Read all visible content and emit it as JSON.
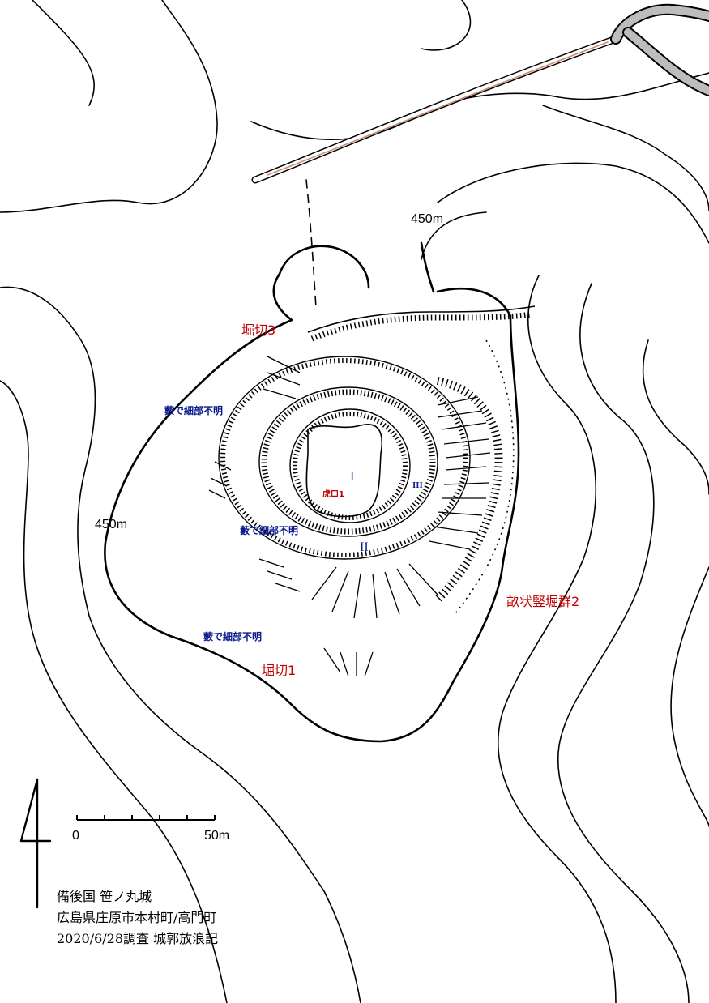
{
  "colors": {
    "line": "#000000",
    "red_label": "#c00000",
    "blue_label": "#0a1a8c",
    "road_fill": "#c98c6a"
  },
  "contours": {
    "label_top": "450m",
    "label_left": "450m"
  },
  "features": {
    "horikiri_3": "堀切3",
    "horikiri_1": "堀切1",
    "tatebori_group": "畝状竪堀群2",
    "koguchi_1": "虎口1"
  },
  "enclosures": {
    "kuruwa_1": "I",
    "kuruwa_2": "II",
    "kuruwa_3": "III"
  },
  "notes": {
    "unclear_1": "藪で細部不明",
    "unclear_2": "藪で細部不明",
    "unclear_3": "藪で細部不明"
  },
  "scale": {
    "start": "0",
    "end": "50m"
  },
  "icons": {
    "north": "north-arrow-icon"
  },
  "title_block": {
    "line1": "備後国 笹ノ丸城",
    "line2": "広島県庄原市本村町/高門町",
    "line3": "2020/6/28調査 城郭放浪記"
  }
}
